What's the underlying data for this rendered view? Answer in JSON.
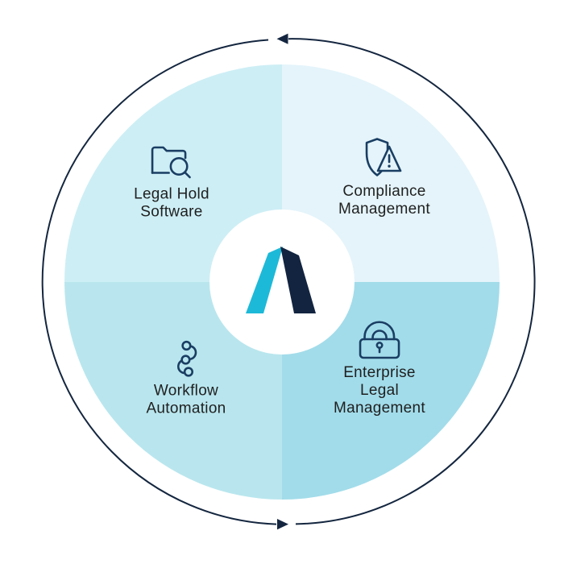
{
  "diagram": {
    "type": "circular-cycle",
    "rotation": "counter-clockwise",
    "top_arrow_icon": "arrowhead-left-icon",
    "bottom_arrow_icon": "arrowhead-right-icon"
  },
  "colors": {
    "canvas_bg": "#ffffff",
    "center_disc": "#ffffff",
    "outline_navy": "#14263f",
    "icon_stroke_navy": "#1a3e63",
    "text": "#1f1f1f",
    "logo_cyan": "#1db9d8",
    "logo_navy": "#122440"
  },
  "center": {
    "logo_icon": "lambda-a-logo"
  },
  "quadrants": [
    {
      "name": "legal-hold-software",
      "position": "top-left",
      "label": "Legal Hold\nSoftware",
      "icon": "folder-search-icon",
      "color": "#cdeef5"
    },
    {
      "name": "compliance-management",
      "position": "top-right",
      "label": "Compliance\nManagement",
      "icon": "shield-alert-icon",
      "color": "#e4f4fa"
    },
    {
      "name": "workflow-automation",
      "position": "bottom-left",
      "label": "Workflow\nAutomation",
      "icon": "workflow-nodes-icon",
      "color": "#b9e6ee"
    },
    {
      "name": "enterprise-legal-management",
      "position": "bottom-right",
      "label": "Enterprise\nLegal\nManagement",
      "icon": "padlock-icon",
      "color": "#a2dcea"
    }
  ]
}
